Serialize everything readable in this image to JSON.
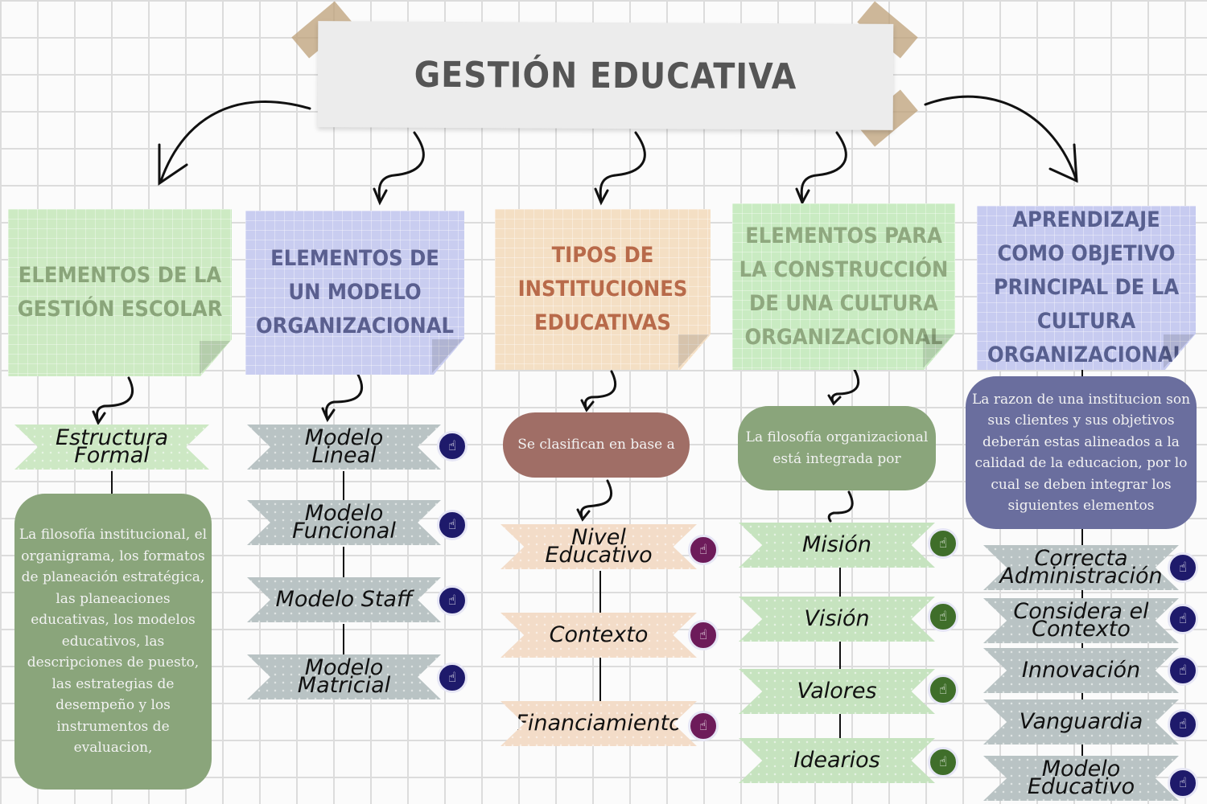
{
  "title": "GESTIÓN EDUCATIVA",
  "colors": {
    "navy_button": "#1e1a6b",
    "purple_button": "#6d1b5a",
    "green_button": "#3f6e2a"
  },
  "columns": [
    {
      "header": "ELEMENTOS DE LA GESTIÓN ESCOLAR",
      "ribbons": [
        "Estructura Formal"
      ],
      "description": "La filosofía institucional, el organigrama, los formatos de planeación estratégica, las planeaciones educativas, los modelos educativos, las descripciones de puesto,  las estrategias de desempeño y los instrumentos de evaluacion,"
    },
    {
      "header": "ELEMENTOS DE UN MODELO ORGANIZACIONAL",
      "ribbons": [
        "Modelo Lineal",
        "Modelo Funcional",
        "Modelo Staff",
        "Modelo Matricial"
      ]
    },
    {
      "header": "TIPOS DE INSTITUCIONES EDUCATIVAS",
      "description": "Se clasifican en base a",
      "ribbons": [
        "Nivel Educativo",
        "Contexto",
        "Financiamiento"
      ]
    },
    {
      "header": "ELEMENTOS PARA LA CONSTRUCCIÓN DE UNA CULTURA ORGANIZACIONAL",
      "description": "La filosofía organizacional está integrada por",
      "ribbons": [
        "Misión",
        "Visión",
        "Valores",
        "Idearios"
      ]
    },
    {
      "header": "APRENDIZAJE COMO OBJETIVO PRINCIPAL DE LA CULTURA ORGANIZACIONAL",
      "description": "La razon de una institucion son sus clientes y sus objetivos deberán estas alineados a la calidad de la educacion, por lo cual se deben integrar los siguientes elementos",
      "ribbons": [
        "Correcta Administración",
        "Considera el Contexto",
        "Innovación",
        "Vanguardia",
        "Modelo Educativo"
      ]
    }
  ],
  "icons": {
    "ribbon_button": "hand-pointer-icon"
  }
}
